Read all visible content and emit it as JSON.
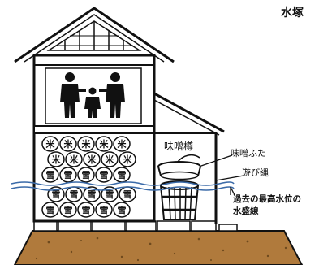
{
  "title": "水塚",
  "labels": {
    "miso_barrel": "味噌樽",
    "miso_lid": "味噌ふた",
    "slack_rope": "遊び縄",
    "high_water_line_1": "過去の最高水位の",
    "high_water_line_2": "水盛線"
  },
  "bags": {
    "top_rows_char": "米",
    "bottom_rows_char": "雪"
  },
  "colors": {
    "ink": "#111111",
    "water": "#3a6aa8",
    "ground": "#b07a3c",
    "ground_dark": "#7d5424"
  }
}
